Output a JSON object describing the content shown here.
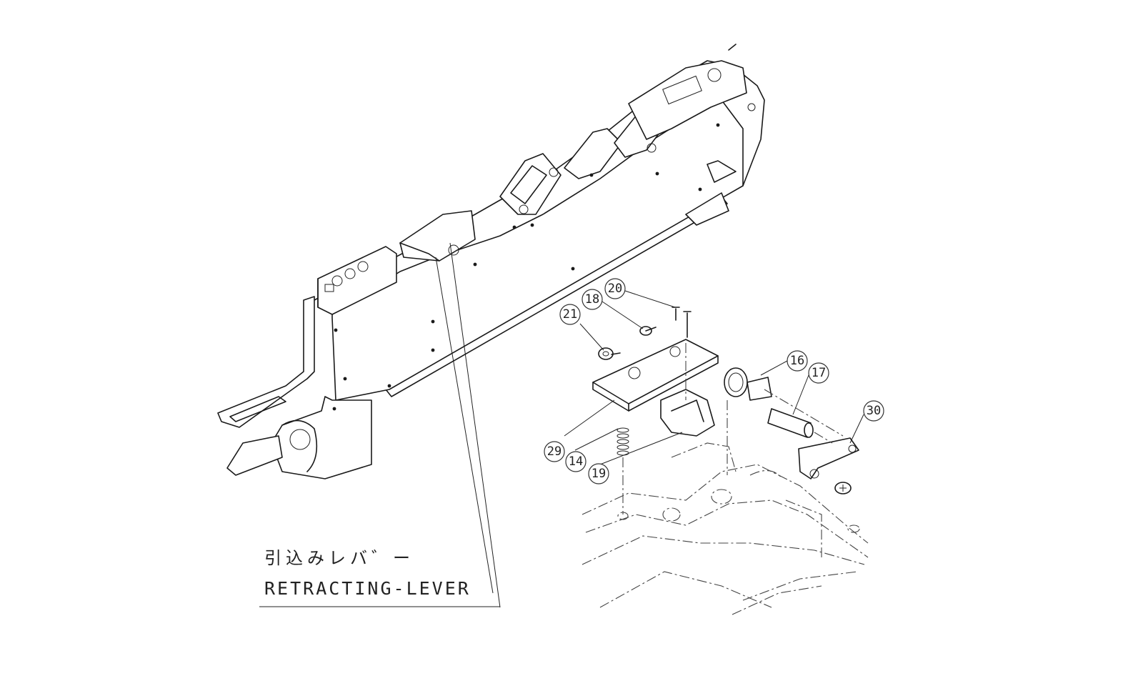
{
  "callouts": {
    "c20": "20",
    "c18": "18",
    "c21": "21",
    "c16": "16",
    "c17": "17",
    "c30": "30",
    "c29": "29",
    "c14": "14",
    "c19": "19"
  },
  "label": {
    "japanese": "引込みレバ゛ー",
    "english": "RETRACTING-LEVER"
  }
}
